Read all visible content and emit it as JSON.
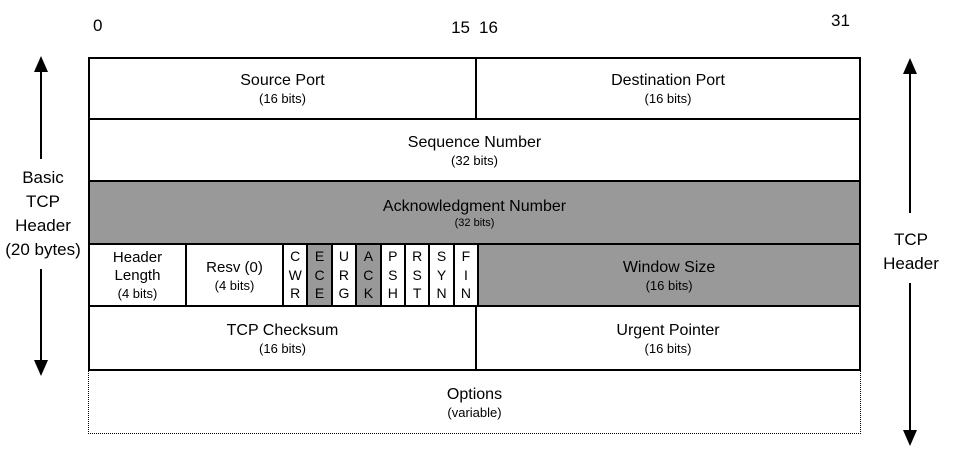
{
  "bit_labels": {
    "bit0": "0",
    "bit15": "15",
    "bit16": "16",
    "bit31": "31"
  },
  "side_labels": {
    "left": "Basic\nTCP\nHeader\n(20 bytes)",
    "right": "TCP\nHeader"
  },
  "colors": {
    "shaded": "#999999",
    "line": "#000000",
    "background": "#ffffff"
  },
  "fields": {
    "source_port": {
      "name": "Source Port",
      "size": "(16 bits)"
    },
    "destination_port": {
      "name": "Destination Port",
      "size": "(16 bits)"
    },
    "sequence_number": {
      "name": "Sequence Number",
      "size": "(32 bits)"
    },
    "acknowledgment_number": {
      "name": "Acknowledgment Number",
      "size": "(32 bits)"
    },
    "header_length": {
      "name": "Header\nLength",
      "size": "(4 bits)"
    },
    "reserved": {
      "name": "Resv (0)",
      "size": "(4 bits)"
    },
    "flags": [
      {
        "id": "cwr",
        "letters": "C\nW\nR"
      },
      {
        "id": "ece",
        "letters": "E\nC\nE"
      },
      {
        "id": "urg",
        "letters": "U\nR\nG"
      },
      {
        "id": "ack",
        "letters": "A\nC\nK"
      },
      {
        "id": "psh",
        "letters": "P\nS\nH"
      },
      {
        "id": "rst",
        "letters": "R\nS\nT"
      },
      {
        "id": "syn",
        "letters": "S\nY\nN"
      },
      {
        "id": "fin",
        "letters": "F\nI\nN"
      }
    ],
    "window_size": {
      "name": "Window Size",
      "size": "(16 bits)"
    },
    "tcp_checksum": {
      "name": "TCP Checksum",
      "size": "(16 bits)"
    },
    "urgent_pointer": {
      "name": "Urgent Pointer",
      "size": "(16 bits)"
    },
    "options": {
      "name": "Options",
      "size": "(variable)"
    }
  }
}
